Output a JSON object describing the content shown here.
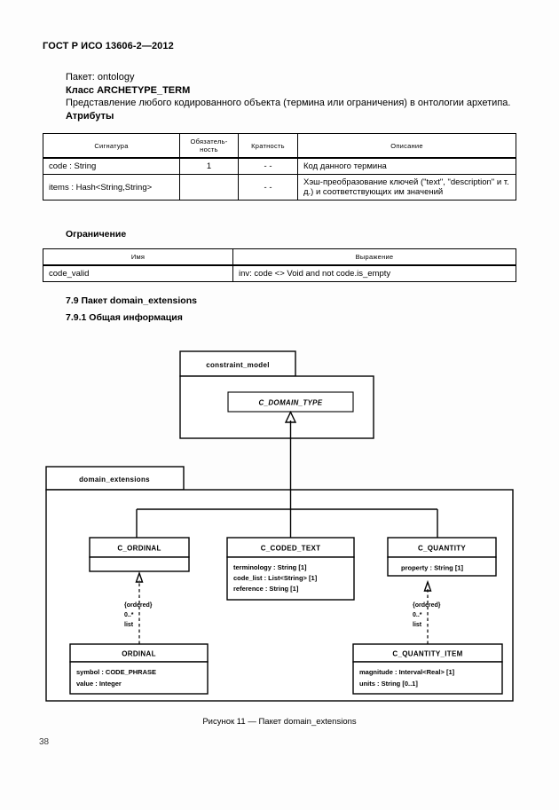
{
  "document": {
    "header": "ГОСТ Р ИСО 13606-2—2012",
    "page_number": "38"
  },
  "intro": {
    "package_line": "Пакет: ontology",
    "class_line": "Класс ARCHETYPE_TERM",
    "description": "Представление любого кодированного объекта (термина или ограничения) в онтологии архетипа.",
    "attributes_label": "Атрибуты"
  },
  "attributes_table": {
    "headers": [
      "Сигнатура",
      "Обязатель-ность",
      "Кратность",
      "Описание"
    ],
    "rows": [
      {
        "signature": "code : String",
        "mandatory": "1",
        "multiplicity": "- -",
        "description": "Код данного термина"
      },
      {
        "signature": "items :  Hash<String,String>",
        "mandatory": "",
        "multiplicity": "- -",
        "description": "Хэш-преобразование ключей (\"text\", \"description\" и т. д.) и соответствующих им значений"
      }
    ]
  },
  "constraint_section": {
    "caption": "Ограничение",
    "headers": [
      "Имя",
      "Выражение"
    ],
    "rows": [
      {
        "name": "code_valid",
        "expression": "inv: code <> Void and not code.is_empty"
      }
    ]
  },
  "sections": {
    "s79": "7.9 Пакет domain_extensions",
    "s791": "7.9.1 Общая информация"
  },
  "diagram": {
    "caption": "Рисунок 11  —  Пакет domain_extensions",
    "packages": [
      {
        "id": "constraint_model",
        "name": "constraint_model"
      },
      {
        "id": "domain_extensions",
        "name": "domain_extensions"
      }
    ],
    "classes": [
      {
        "id": "c_domain_type",
        "name": "C_DOMAIN_TYPE",
        "abstract": true,
        "attributes": []
      },
      {
        "id": "c_ordinal",
        "name": "C_ORDINAL",
        "abstract": false,
        "attributes": []
      },
      {
        "id": "c_coded_text",
        "name": "C_CODED_TEXT",
        "abstract": false,
        "attributes": [
          "terminology : String [1]",
          "code_list : List<String> [1]",
          "reference : String [1]"
        ]
      },
      {
        "id": "c_quantity",
        "name": "C_QUANTITY",
        "abstract": false,
        "attributes": [
          "property : String [1]"
        ]
      },
      {
        "id": "ordinal",
        "name": "ORDINAL",
        "abstract": false,
        "attributes": [
          "symbol : CODE_PHRASE",
          "value : Integer"
        ]
      },
      {
        "id": "c_quantity_item",
        "name": "C_QUANTITY_ITEM",
        "abstract": false,
        "attributes": [
          "magnitude : Interval<Real> [1]",
          "units : String [0..1]"
        ]
      }
    ],
    "associations": [
      {
        "from": "ordinal",
        "to": "c_ordinal",
        "constraint": "{ordered}",
        "multiplicity": "0..*",
        "role": "list"
      },
      {
        "from": "c_quantity_item",
        "to": "c_quantity",
        "constraint": "{ordered}",
        "multiplicity": "0..*",
        "role": "list"
      }
    ],
    "generalizations": [
      {
        "from": "domain_extensions",
        "to": "c_domain_type"
      }
    ]
  },
  "colors": {
    "ink": "#000000",
    "paper": "#ffffff"
  }
}
